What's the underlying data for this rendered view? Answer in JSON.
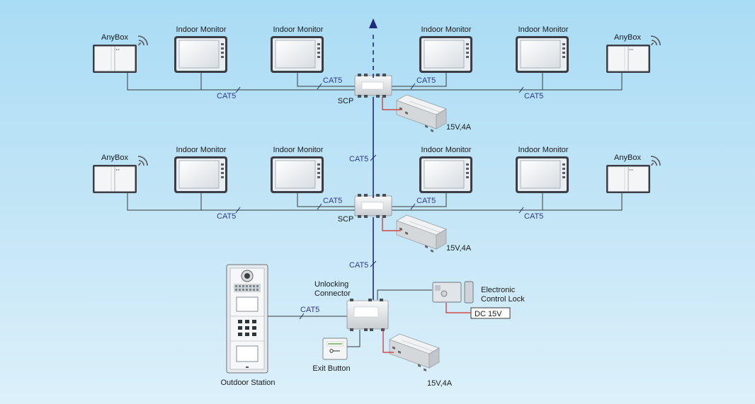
{
  "labels": {
    "anybox": "AnyBox",
    "indoor_monitor": "Indoor Monitor",
    "scp": "SCP",
    "power": "15V,4A",
    "cat5": "CAT5",
    "unlocking_connector_line1": "Unlocking",
    "unlocking_connector_line2": "Connector",
    "electronic_lock_line1": "Electronic",
    "electronic_lock_line2": "Control Lock",
    "dc_supply": "DC 15V",
    "exit_button": "Exit Button",
    "outdoor_station": "Outdoor Station"
  },
  "colors": {
    "bus": "#1f2a7a",
    "power_wire": "#d22a2a",
    "background_top": "#a9dcf5",
    "background_bottom": "#dcf0fa"
  },
  "icons": [
    "wifi-icon",
    "monitor-icon",
    "scp-switch-icon",
    "power-supply-icon",
    "outdoor-station-icon",
    "electric-lock-icon",
    "exit-button-icon",
    "keypad-icon",
    "camera-icon"
  ]
}
